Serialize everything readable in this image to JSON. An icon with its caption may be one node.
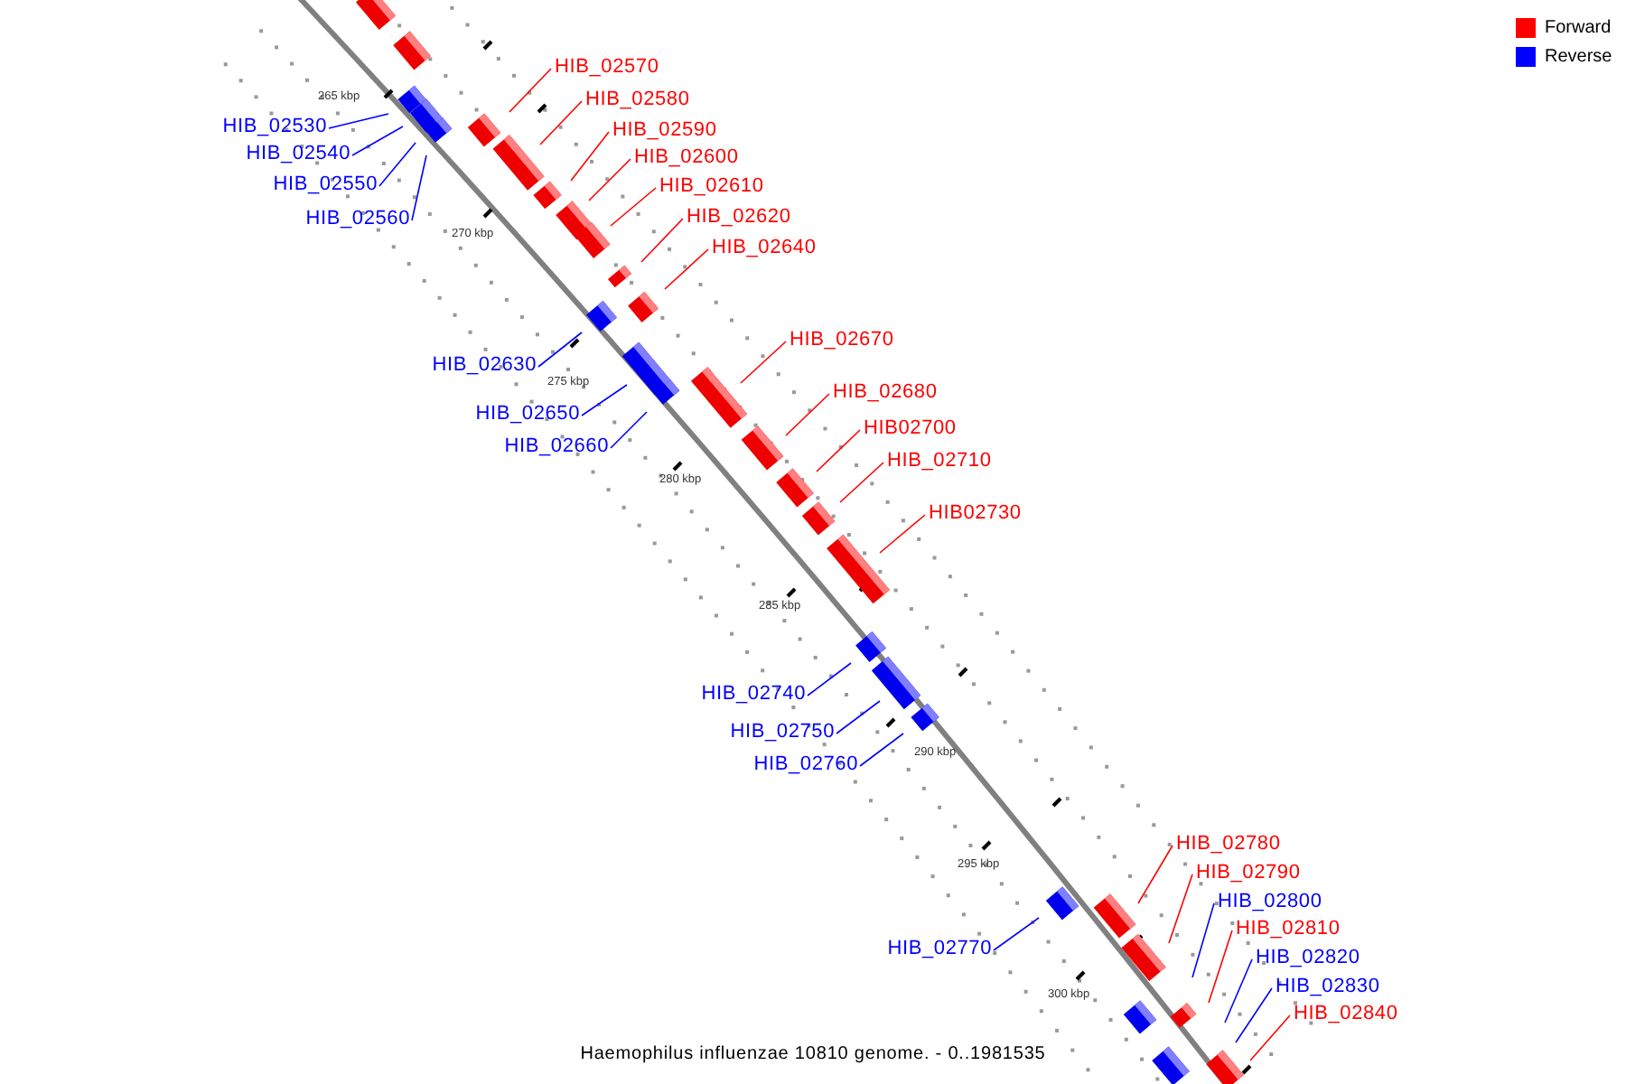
{
  "diagram": {
    "caption": "Haemophilus influenzae 10810 genome. - 0..1981535",
    "nodes": [
      {
        "text": [
          "HIB_02570"
        ]
      },
      {
        "text": [
          "HIB_02580"
        ]
      },
      {
        "text": [
          "HIB_02590"
        ]
      },
      {
        "text": [
          "HIB_02600"
        ]
      },
      {
        "text": [
          "HIB_02610"
        ]
      },
      {
        "text": [
          "HIB_02620"
        ]
      },
      {
        "text": [
          "HIB_02640"
        ]
      },
      {
        "text": [
          "HIB_02670"
        ]
      },
      {
        "text": [
          "HIB_02680"
        ]
      },
      {
        "text": [
          "HIB02700"
        ]
      },
      {
        "text": [
          "HIB_02710"
        ]
      },
      {
        "text": [
          "HIB02730"
        ]
      },
      {
        "text": [
          "HIB_02780"
        ]
      },
      {
        "text": [
          "HIB_02790"
        ]
      },
      {
        "text": [
          "HIB_02800"
        ]
      },
      {
        "text": [
          "HIB_02810"
        ]
      },
      {
        "text": [
          "HIB_02820"
        ]
      },
      {
        "text": [
          "HIB_02830"
        ]
      },
      {
        "text": [
          "HIB_02840"
        ]
      },
      {
        "text": [
          "HIB_02530"
        ]
      },
      {
        "text": [
          "HIB_02540"
        ]
      },
      {
        "text": [
          "HIB_02550"
        ]
      },
      {
        "text": [
          "HIB_02560"
        ]
      },
      {
        "text": [
          "HIB_02630"
        ]
      },
      {
        "text": [
          "HIB_02650"
        ]
      },
      {
        "text": [
          "HIB_02660"
        ]
      },
      {
        "text": [
          "HIB_02740"
        ]
      },
      {
        "text": [
          "HIB_02750"
        ]
      },
      {
        "text": [
          "HIB_02760"
        ]
      },
      {
        "text": [
          "HIB_02770"
        ]
      }
    ],
    "edges": [
      {
        "from": 0,
        "to": null,
        "arrow": "none",
        "color": "#ff0000"
      },
      {
        "from": 1,
        "to": null,
        "arrow": "none",
        "color": "#ff0000"
      },
      {
        "from": 2,
        "to": null,
        "arrow": "none",
        "color": "#ff0000"
      },
      {
        "from": 3,
        "to": null,
        "arrow": "none",
        "color": "#ff0000"
      },
      {
        "from": 4,
        "to": null,
        "arrow": "none",
        "color": "#ff0000"
      },
      {
        "from": 5,
        "to": null,
        "arrow": "none",
        "color": "#ff0000"
      },
      {
        "from": 6,
        "to": null,
        "arrow": "none",
        "color": "#ff0000"
      },
      {
        "from": 7,
        "to": null,
        "arrow": "none",
        "color": "#ff0000"
      },
      {
        "from": 8,
        "to": null,
        "arrow": "none",
        "color": "#ff0000"
      },
      {
        "from": 9,
        "to": null,
        "arrow": "none",
        "color": "#ff0000"
      },
      {
        "from": 10,
        "to": null,
        "arrow": "none",
        "color": "#ff0000"
      },
      {
        "from": 11,
        "to": null,
        "arrow": "none",
        "color": "#ff0000"
      },
      {
        "from": 12,
        "to": null,
        "arrow": "none",
        "color": "#ff0000"
      },
      {
        "from": 13,
        "to": null,
        "arrow": "none",
        "color": "#ff0000"
      },
      {
        "from": 14,
        "to": null,
        "arrow": "none",
        "color": "#0000ff"
      },
      {
        "from": 15,
        "to": null,
        "arrow": "none",
        "color": "#ff0000"
      },
      {
        "from": 16,
        "to": null,
        "arrow": "none",
        "color": "#0000ff"
      },
      {
        "from": 17,
        "to": null,
        "arrow": "none",
        "color": "#0000ff"
      },
      {
        "from": 18,
        "to": null,
        "arrow": "none",
        "color": "#ff0000"
      },
      {
        "from": 19,
        "to": null,
        "arrow": "none",
        "color": "#0000ff"
      },
      {
        "from": 20,
        "to": null,
        "arrow": "none",
        "color": "#0000ff"
      },
      {
        "from": 21,
        "to": null,
        "arrow": "none",
        "color": "#0000ff"
      },
      {
        "from": 22,
        "to": null,
        "arrow": "none",
        "color": "#0000ff"
      },
      {
        "from": 23,
        "to": null,
        "arrow": "none",
        "color": "#0000ff"
      },
      {
        "from": 24,
        "to": null,
        "arrow": "none",
        "color": "#0000ff"
      },
      {
        "from": 25,
        "to": null,
        "arrow": "none",
        "color": "#0000ff"
      },
      {
        "from": 26,
        "to": null,
        "arrow": "none",
        "color": "#0000ff"
      },
      {
        "from": 27,
        "to": null,
        "arrow": "none",
        "color": "#0000ff"
      },
      {
        "from": 28,
        "to": null,
        "arrow": "none",
        "color": "#0000ff"
      },
      {
        "from": 29,
        "to": null,
        "arrow": "none",
        "color": "#0000ff"
      }
    ],
    "labels": [
      "265 kbp",
      "270 kbp",
      "275 kbp",
      "280 kbp",
      "285 kbp",
      "290 kbp",
      "295 kbp",
      "300 kbp"
    ],
    "legend": [
      {
        "text": "Forward",
        "color": "#ff0000"
      },
      {
        "text": "Reverse",
        "color": "#0000ff"
      }
    ]
  }
}
